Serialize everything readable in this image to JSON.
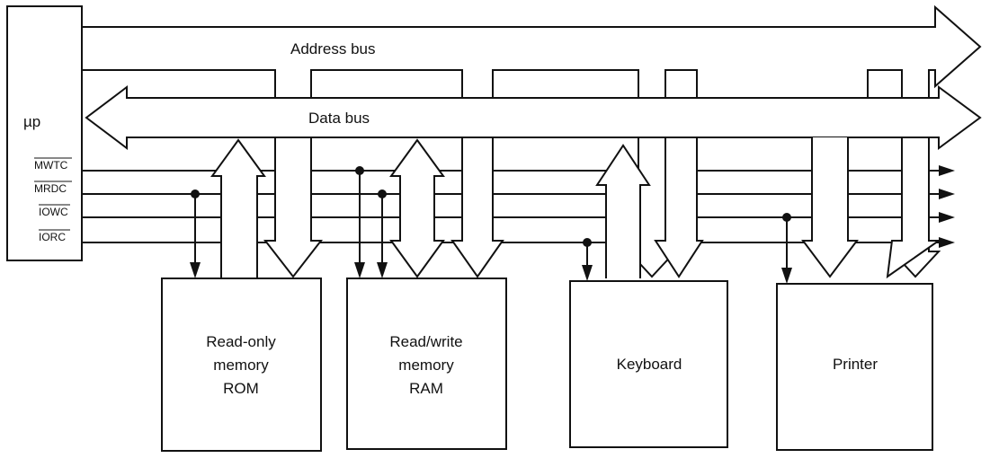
{
  "processor": {
    "label": "µp"
  },
  "buses": {
    "address": "Address bus",
    "data": "Data bus"
  },
  "control_signals": [
    "MWTC",
    "MRDC",
    "IOWC",
    "IORC"
  ],
  "devices": [
    {
      "line1": "Read-only",
      "line2": "memory",
      "line3": "ROM"
    },
    {
      "line1": "Read/write",
      "line2": "memory",
      "line3": "RAM"
    },
    {
      "line1": "Keyboard"
    },
    {
      "line1": "Printer"
    }
  ]
}
